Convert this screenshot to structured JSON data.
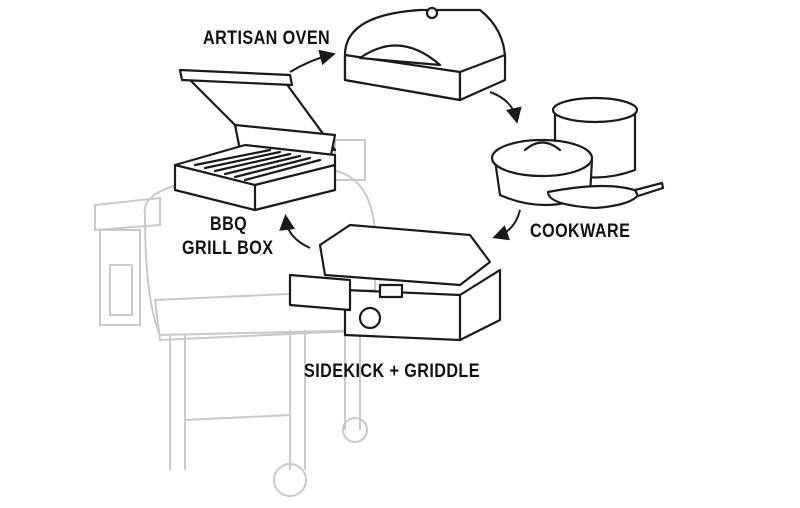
{
  "labels": {
    "artisan_oven": "ARTISAN OVEN",
    "bbq_grill_box_line1": "BBQ",
    "bbq_grill_box_line2": "GRILL BOX",
    "cookware": "COOKWARE",
    "sidekick_griddle": "SIDEKICK + GRIDDLE"
  },
  "colors": {
    "ink": "#1a1a1a",
    "faint": "#c9c9c9"
  }
}
